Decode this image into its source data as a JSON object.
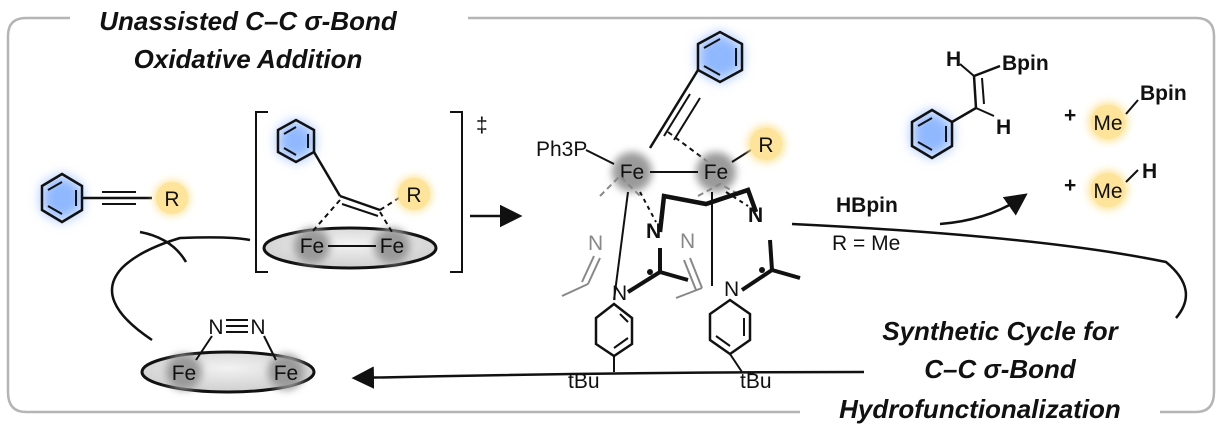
{
  "title": {
    "line1": "Unassisted C–C σ-Bond",
    "line2": "Oxidative Addition"
  },
  "cycle_label": {
    "line1": "Synthetic Cycle for",
    "line2": "C–C σ-Bond",
    "line3": "Hydrofunctionalization"
  },
  "substrate": {
    "r": "R"
  },
  "transition_state": {
    "r": "R",
    "fe_left": "Fe",
    "fe_right": "Fe",
    "dagger": "‡"
  },
  "complex": {
    "ph3p": "Ph3P",
    "fe_left": "Fe",
    "fe_right": "Fe",
    "r": "R",
    "n_labels": [
      "N",
      "N",
      "N",
      "N",
      "N",
      "N"
    ],
    "tbu_left": "tBu",
    "tbu_right": "tBu"
  },
  "dinitrogen": {
    "n_left": "N",
    "n_right": "N",
    "fe_left": "Fe",
    "fe_right": "Fe"
  },
  "reagent": {
    "hbpin": "HBpin",
    "condition": "R = Me"
  },
  "products": {
    "vinyl_h_top": "H",
    "vinyl_bpin": "Bpin",
    "vinyl_h_bottom": "H",
    "plus1": "+",
    "me1": "Me",
    "bpin2": "Bpin",
    "plus2": "+",
    "me2": "Me",
    "h2": "H"
  },
  "colors": {
    "aryl_glow": "#8fb8ff",
    "alkyl_glow": "#fde49a",
    "fe_glow": "#9a9a9a",
    "frame": "#b5b5b5",
    "ligand_gray": "#888888"
  }
}
